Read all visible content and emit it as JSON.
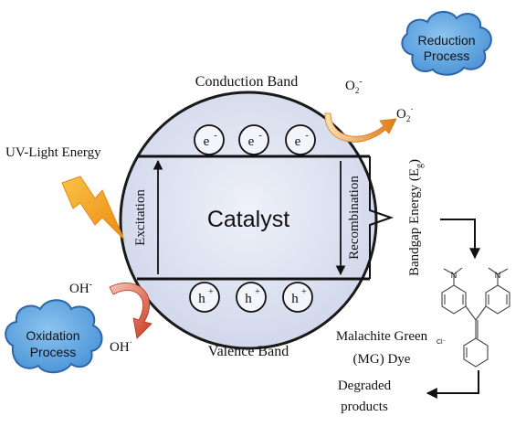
{
  "catalyst_label": "Catalyst",
  "bands": {
    "conduction": "Conduction Band",
    "valence": "Valence Band"
  },
  "processes": {
    "excitation": "Excitation",
    "recombination": "Recombination",
    "bandgap_main": "Bandgap Energy (E",
    "bandgap_sub": "g",
    "bandgap_close": ")"
  },
  "charges": {
    "electron_base": "e",
    "electron_sup": "-",
    "hole_base": "h",
    "hole_sup": "+"
  },
  "light": {
    "label": "UV-Light Energy"
  },
  "reduction": {
    "cloud_line1": "Reduction",
    "cloud_line2": "Process",
    "reactant_base": "O",
    "reactant_sub": "2",
    "reactant_sup": "-",
    "product_base": "O",
    "product_sub": "2",
    "product_sup": "·"
  },
  "oxidation": {
    "cloud_line1": "Oxidation",
    "cloud_line2": "Process",
    "reactant_base": "OH",
    "reactant_sup": "-",
    "product_base": "OH",
    "product_sup": "·"
  },
  "dye": {
    "name_line1": "Malachite Green",
    "name_line2": "(MG) Dye",
    "counter_ion": "Cl⁻",
    "atom_label": "N"
  },
  "degraded": {
    "line1": "Degraded",
    "line2": "products"
  },
  "colors": {
    "circle_fill": "#dde3f2",
    "cloud_fill": "#6aaee6",
    "cloud_stroke": "#2e64a8",
    "lightning": "#f2a01f",
    "reduction_arrow": "#e8861c",
    "oxidation_arrow": "#d6462b"
  }
}
